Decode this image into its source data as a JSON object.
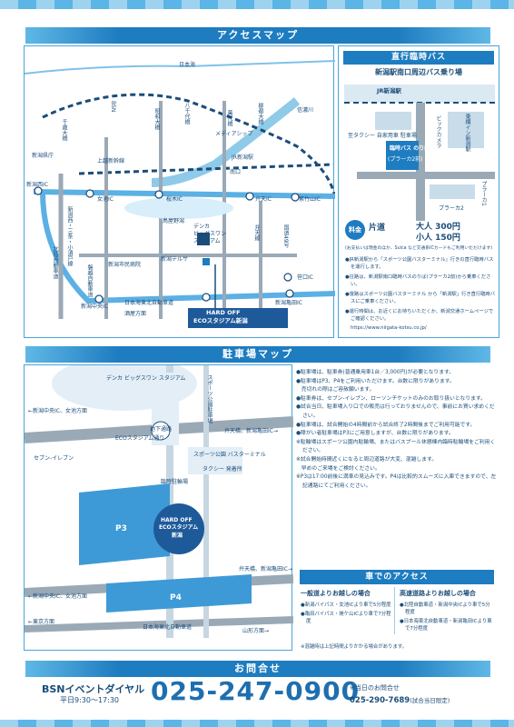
{
  "sections": {
    "access_map": "アクセスマップ",
    "parking_map": "駐車場マップ",
    "contact": "お問合せ"
  },
  "access_map_labels": {
    "sea": "日本海",
    "jr_niigata": "JR新潟駅",
    "chikusa": "千歳大橋",
    "bsn": "BSN",
    "showa": "昭和大橋",
    "yachiyo": "八千代橋",
    "bandai": "萬代橋",
    "ryusaki": "柳都大橋",
    "shinano": "信濃川",
    "media_ship": "メディアシップ",
    "prefecture": "新潟県庁",
    "joetsu": "上越新幹線",
    "minamiguchi": "南口",
    "niigata_nishi": "新潟西IC",
    "meiki": "女池IC",
    "sakurgi": "桜木IC",
    "aiinomiya": "弁天IC",
    "shiozawa": "紫竹山IC",
    "niigata_nishi_kaido": "新潟西・三条・小須戸線",
    "kitaitado": "北陸自動車道",
    "bandai_kaido": "磐越自動車道",
    "toyamano": "鳥屋野潟",
    "denka": "デンカ",
    "bigswan": "ビッグスワン",
    "stadium": "スタジアム",
    "benten": "弁天線",
    "kokudo49": "国道49号",
    "hospital": "新潟市民病院",
    "terusa": "新潟テルサ",
    "chuo_ic": "新潟中央IC",
    "tokaido": "日本海東北自動車道",
    "kameda_ic": "新潟亀田IC",
    "sasaguchi": "笹口IC",
    "oyakata": "酒屋方面",
    "hard_off": "HARD OFF",
    "hard_off_2": "ECOスタジアム新潟"
  },
  "bus": {
    "title": "直行臨時バス",
    "subtitle": "新潟駅南口周辺バス乗り場",
    "map_jr": "JR新潟駅",
    "map_taxi": "至タクシー 自家用車 駐車場",
    "map_camera": "ビックカメラ",
    "map_hotel": "東横イン新潟駅",
    "map_stop": "臨時バス のりば",
    "map_plaka2": "(プラーカ2前)",
    "map_plaka1": "プラーカ1",
    "map_plaka2b": "プラーカ2",
    "fare_label": "料金",
    "fare_route": "片道",
    "fare_adult": "大人 300円",
    "fare_child": "小人 150円",
    "fare_note": "(お支払いは現金のほか、Suica など交通系ICカードもご利用いただけます)",
    "notes": [
      "●JR新潟駅から「スポーツ公園バスターミナル」行きの直行臨時バスを運行します。",
      "●往路は、新潟駅南口臨時バスのりば(プラーカ2前)から乗車ください。",
      "●復路はスポーツ公園バスターミナル から「新潟駅」行き直行臨時バスにご乗車ください。",
      "●運行時間は、お近くにお待ちいただくか、新潟交通ホームページでご確認ください。"
    ],
    "url": "https://www.niigata-kotsu.co.jp/"
  },
  "parking_map_labels": {
    "denka": "デンカ ビッグスワン スタジアム",
    "sports_park": "スポーツ公園駐車場",
    "chuo_ic": "←新潟中央IC、女池方面",
    "benten": "弁天橋、新潟亀田IC→",
    "seven": "セブン-イレブン",
    "underpass": "地下通路",
    "bus_terminal": "スポーツ公園 バスターミナル",
    "taxi": "タクシー 発着所",
    "bike": "臨時駐輪場",
    "p3": "P3",
    "p4": "P4",
    "hard_off": "HARD OFF",
    "hard_off_2": "ECOスタジアム",
    "hard_off_3": "新潟",
    "chuo_ic_2": "←新潟中央IC、女池方面",
    "benten_2": "弁天橋、新潟亀田IC→",
    "tokaido": "日本海東北自動車道",
    "higashi": "←東京方面",
    "yamagata": "山形方面→",
    "east_road": "ECOスタジアム通り"
  },
  "parking_notes": [
    "●駐車場は、駐車券(普通乗用車1台／3,000円)が必要となります。",
    "●駐車場はP3、P4をご利用いただけます。台数に限りがあります。",
    "　売切れの際はご容赦願います。",
    "●駐車券は、セブン-イレブン、ローソンチケットのみのお取り扱いとなります。",
    "●試合当日、駐車場入り口での販売は行っておりませんので、事前にお買い求めください。",
    "●駐車場は、試合開始の4時間前から試合終了2時間後までご利用可能です。",
    "●障がい者駐車場はP3にご用意しますが、台数に限りがあります。",
    "※駐輪場はスポーツ公園内駐輪場、またはバスプール休憩棟内臨時駐輪場をご利用ください。",
    "※試合開始時間近くになると周辺道路が大変、混雑します。",
    "　早めのご来場をご検討ください。",
    "※P3は17:00前後に満車の見込みです。P4は比較的スムーズに入庫できますので、左記通路にてご利用ください。"
  ],
  "car": {
    "title": "車でのアクセス",
    "general_title": "一般道よりお越しの場合",
    "general_rows": [
      "●新潟バイパス・女池ICより車で5分程度",
      "●亀田バイパス・姥ケ山ICより車で7分程度"
    ],
    "highway_title": "高速道路よりお越しの場合",
    "highway_rows": [
      "●北陸自動車道・新潟中央ICより車で5分程度",
      "●日本海東北自動車道・新潟亀田ICより車で7分程度"
    ],
    "footnote": "※混雑時は上記時間よりかかる場合があります。"
  },
  "contact": {
    "name": "BSNイベントダイヤル",
    "hours": "平日9:30〜17:30",
    "phone": "025-247-0900",
    "note": "※当日のお問合せ",
    "phone2": "025-290-7689",
    "phone2_note": "(試合当日限定)"
  }
}
